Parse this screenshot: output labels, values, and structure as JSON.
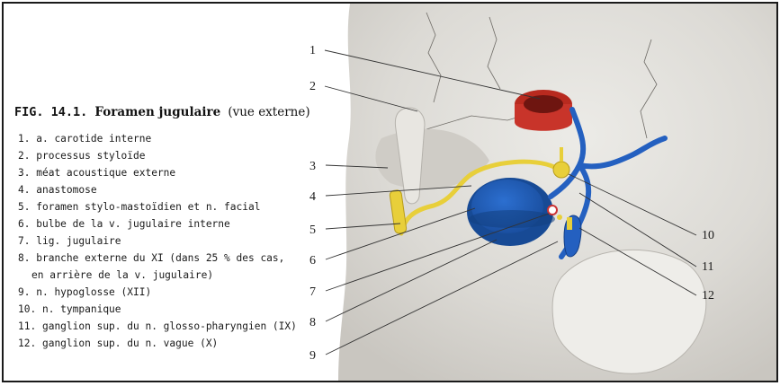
{
  "figure": {
    "number": "FIG. 14.1.",
    "name": "Foramen jugulaire",
    "note": "(vue externe)"
  },
  "legend": [
    {
      "n": "1.",
      "text": "a. carotide interne"
    },
    {
      "n": "2.",
      "text": "processus styloïde"
    },
    {
      "n": "3.",
      "text": "méat acoustique externe"
    },
    {
      "n": "4.",
      "text": "anastomose"
    },
    {
      "n": "5.",
      "text": "foramen stylo-mastoïdien et n. facial"
    },
    {
      "n": "6.",
      "text": "bulbe de la v. jugulaire interne"
    },
    {
      "n": "7.",
      "text": "lig. jugulaire"
    },
    {
      "n": "8.",
      "text": "branche externe du XI (dans 25 % des cas,",
      "cont": "en arrière de la v. jugulaire)"
    },
    {
      "n": "9.",
      "text": "n. hypoglosse (XII)"
    },
    {
      "n": "10.",
      "text": "n. tympanique"
    },
    {
      "n": "11.",
      "text": "ganglion sup. du n. glosso-pharyngien (IX)"
    },
    {
      "n": "12.",
      "text": "ganglion sup. du n. vague (X)"
    }
  ],
  "callouts": [
    "1",
    "2",
    "3",
    "4",
    "5",
    "6",
    "7",
    "8",
    "9",
    "10",
    "11",
    "12"
  ],
  "colors": {
    "bone": "#d9d7d2",
    "artery": "#d63a2c",
    "vein": "#1f5fb8",
    "nerve": "#e8cf3a",
    "nerve_x": "#2460c0"
  }
}
